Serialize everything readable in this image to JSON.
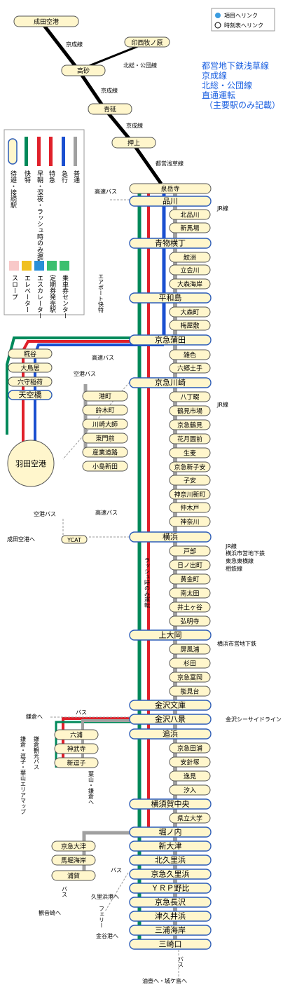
{
  "legend_top": {
    "item_link": "項目へリンク",
    "timetable_link": "時刻表へリンク"
  },
  "title": {
    "lines": [
      "都営地下鉄浅草線",
      "京成線",
      "北総・公団線",
      "直通運転",
      "（主要駅のみ記載）"
    ]
  },
  "legend_box": {
    "types": [
      "待避・接続駅",
      "快特",
      "早朝・深夜・ラッシュ時のみ運転",
      "特急",
      "急行",
      "普通"
    ],
    "facilities": [
      "スロープ",
      "エレベーター",
      "エスカレーター",
      "定期券発売駅",
      "乗車券センター"
    ]
  },
  "keisei": {
    "stations": [
      "成田空港",
      "高砂",
      "青砥",
      "押上",
      "印西牧ノ原"
    ],
    "line_labels": [
      "京成線",
      "京成線",
      "京成線",
      "都営浅草線",
      "北総・公団線"
    ]
  },
  "main_stations": [
    "泉岳寺",
    "品川",
    "北品川",
    "新馬場",
    "青物横丁",
    "鮫洲",
    "立会川",
    "大森海岸",
    "平和島",
    "大森町",
    "梅屋敷",
    "京急蒲田",
    "雑色",
    "六郷土手",
    "京急川崎",
    "八丁畷",
    "鶴見市場",
    "京急鶴見",
    "花月園前",
    "生麦",
    "京急新子安",
    "子安",
    "神奈川新町",
    "仲木戸",
    "神奈川",
    "横浜",
    "戸部",
    "日ノ出町",
    "黄金町",
    "南太田",
    "井土ヶ谷",
    "弘明寺",
    "上大岡",
    "屏風浦",
    "杉田",
    "京急富岡",
    "能見台",
    "金沢文庫",
    "金沢八景",
    "追浜",
    "京急田浦",
    "安針塚",
    "逸見",
    "汐入",
    "横須賀中央",
    "県立大学",
    "堀ノ内",
    "新大津",
    "北久里浜",
    "京急久里浜",
    "ＹＲＰ野比",
    "京急長沢",
    "津久井浜",
    "三浦海岸",
    "三崎口"
  ],
  "airport_branch": [
    "糀谷",
    "大鳥居",
    "穴守稲荷",
    "天空橋",
    "羽田空港"
  ],
  "daishi_branch": [
    "港町",
    "鈴木町",
    "川崎大師",
    "東門前",
    "産業道路",
    "小島新田"
  ],
  "zushi_branch": [
    "六浦",
    "神武寺",
    "新逗子"
  ],
  "kurihama_side": [
    "京急大津",
    "馬堀海岸",
    "浦賀"
  ],
  "annotations": {
    "highway_bus": "高速バス",
    "airport_bus": "空港バス",
    "bus": "バス",
    "airport_express": "エアポート快特",
    "rush_only": "ラッシュ時のみ運転",
    "jr_line": "JR線",
    "subway_ycat": "YCAT",
    "to_narita": "成田空港へ",
    "to_kamakura": "鎌倉へ",
    "kamakura_bus": "鎌倉観光バス",
    "kamakura_map": "鎌倉・逗子・葉山エリアマップ",
    "to_hayama": "葉山・鎌倉へ",
    "to_kannonzaki": "観音崎へ",
    "to_kurihama_port": "久里浜港へ",
    "ferry": "フェリー",
    "to_kanaya": "金谷港へ",
    "to_aburatsubo": "油壺へ・城ケ島へ",
    "yokohama_lines": [
      "JR線",
      "横浜市営地下鉄",
      "東急東横線",
      "相鉄線"
    ],
    "kamiooka_line": "横浜市営地下鉄",
    "kanazawa_line": "金沢シーサイドライン"
  },
  "colors": {
    "kaitoku": "#00895a",
    "tokkyu": "#e0202a",
    "kyuko": "#1a4fd0",
    "futsu": "#a0a0a0",
    "box": "#fff6cc"
  }
}
